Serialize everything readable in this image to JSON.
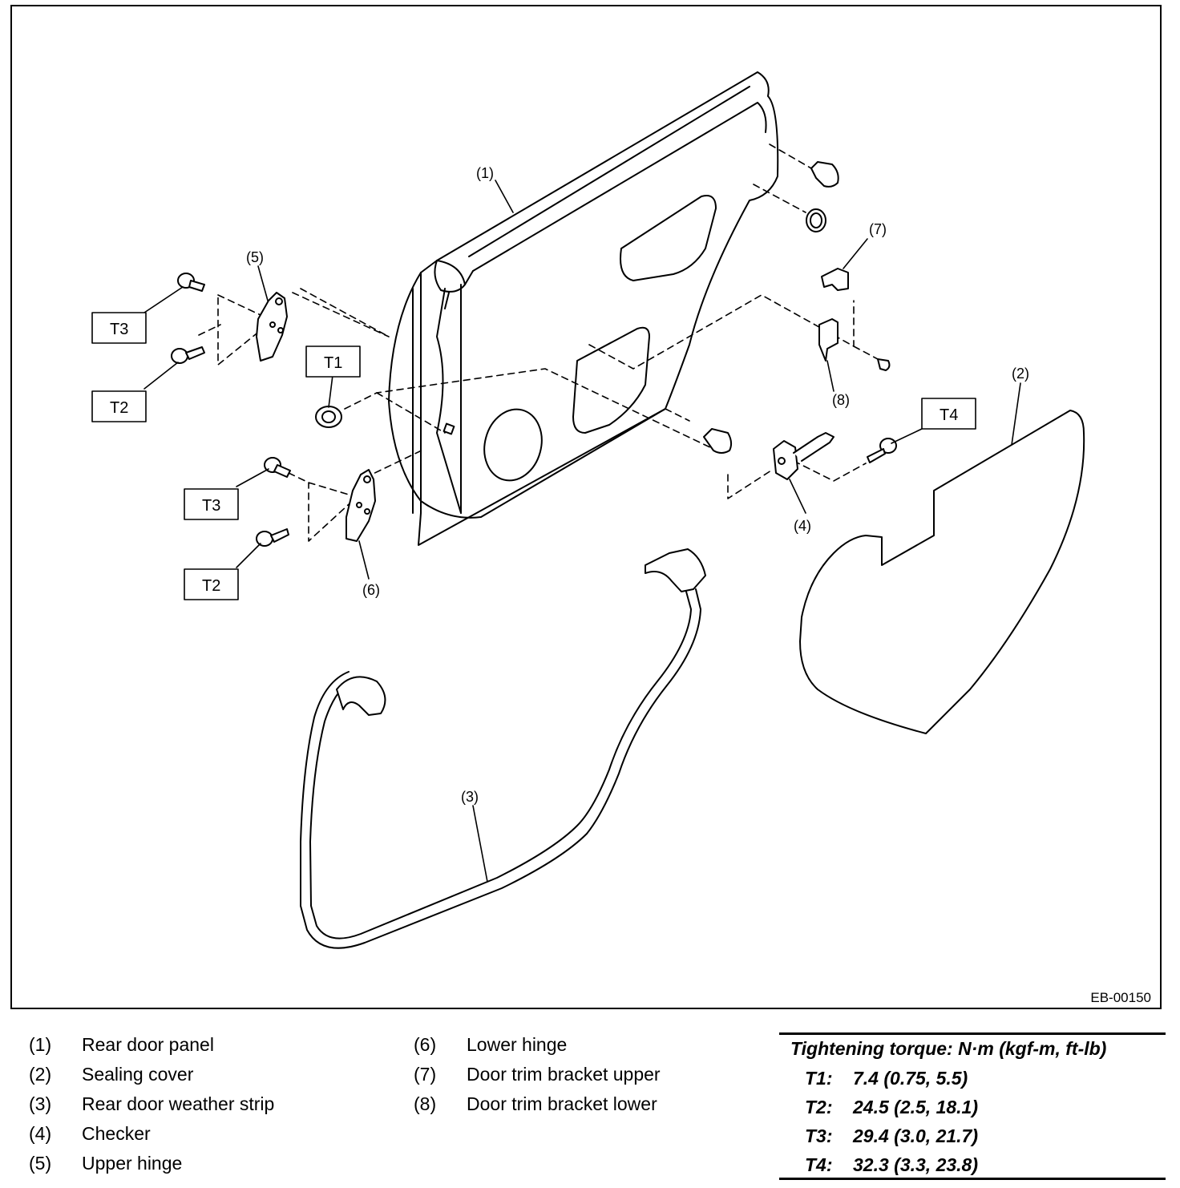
{
  "figure_code": "EB-00150",
  "callouts": {
    "c1": "(1)",
    "c2": "(2)",
    "c3": "(3)",
    "c4": "(4)",
    "c5": "(5)",
    "c6": "(6)",
    "c7": "(7)",
    "c8": "(8)"
  },
  "torque_labels": {
    "t1": "T1",
    "t2_upper": "T2",
    "t2_lower": "T2",
    "t3_upper": "T3",
    "t3_lower": "T3",
    "t4": "T4"
  },
  "legend": [
    {
      "num": "(1)",
      "text": "Rear door panel"
    },
    {
      "num": "(2)",
      "text": "Sealing cover"
    },
    {
      "num": "(3)",
      "text": "Rear door weather strip"
    },
    {
      "num": "(4)",
      "text": "Checker"
    },
    {
      "num": "(5)",
      "text": "Upper hinge"
    },
    {
      "num": "(6)",
      "text": "Lower hinge"
    },
    {
      "num": "(7)",
      "text": "Door trim bracket upper"
    },
    {
      "num": "(8)",
      "text": "Door trim bracket lower"
    }
  ],
  "torque_table": {
    "title": "Tightening torque: N·m (kgf-m, ft-lb)",
    "rows": [
      {
        "key": "T1:",
        "value": "7.4 (0.75, 5.5)"
      },
      {
        "key": "T2:",
        "value": "24.5 (2.5, 18.1)"
      },
      {
        "key": "T3:",
        "value": "29.4 (3.0, 21.7)"
      },
      {
        "key": "T4:",
        "value": "32.3 (3.3, 23.8)"
      }
    ]
  }
}
